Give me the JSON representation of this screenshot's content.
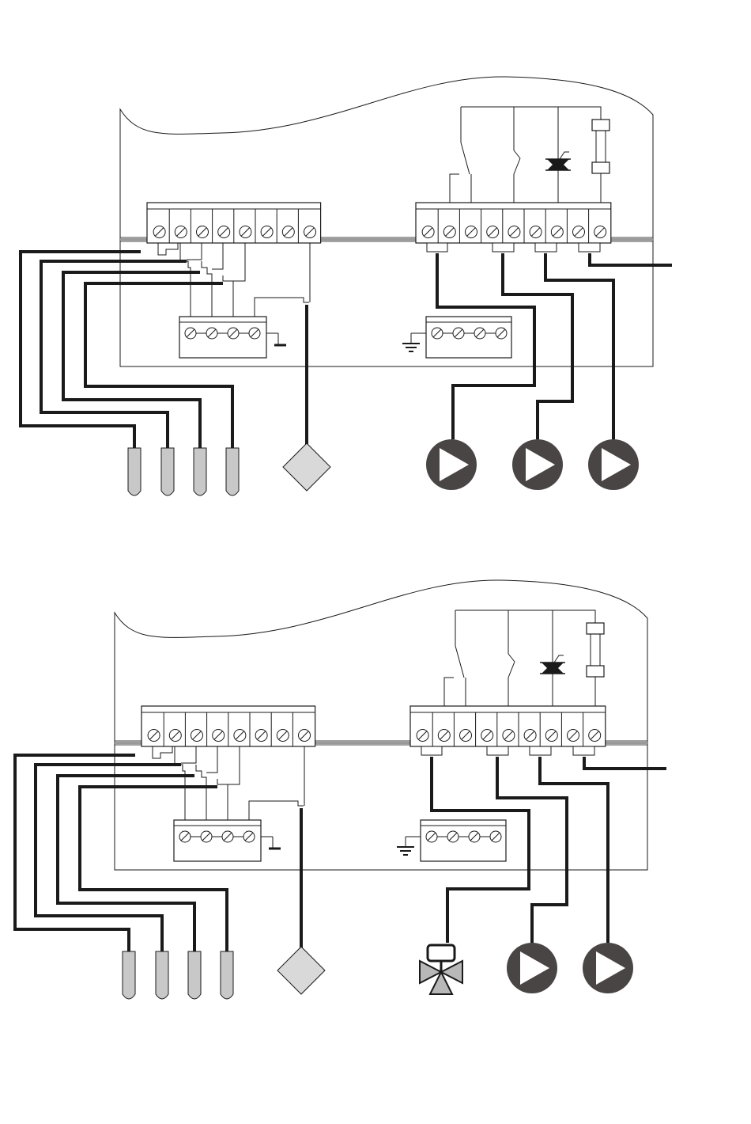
{
  "diagrams": [
    {
      "id": "top",
      "outputs": [
        "pump",
        "pump",
        "pump"
      ]
    },
    {
      "id": "bottom",
      "outputs": [
        "mixing-valve",
        "pump",
        "pump"
      ]
    }
  ],
  "colors": {
    "line": "#1a1a1a",
    "pump_fill": "#4a4545",
    "sensor_fill": "#c8c8c8",
    "rail": "#9a9a9a"
  }
}
